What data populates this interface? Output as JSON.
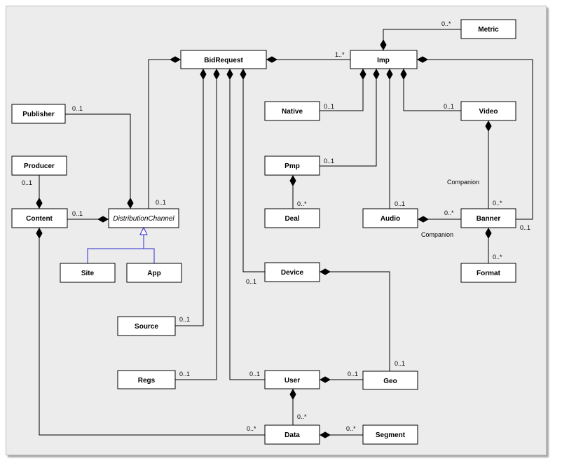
{
  "classes": {
    "metric": "Metric",
    "bidrequest": "BidRequest",
    "imp": "Imp",
    "publisher": "Publisher",
    "native": "Native",
    "video": "Video",
    "producer": "Producer",
    "pmp": "Pmp",
    "content": "Content",
    "distributionchannel": "DistributionChannel",
    "deal": "Deal",
    "audio": "Audio",
    "banner": "Banner",
    "site": "Site",
    "app": "App",
    "device": "Device",
    "format": "Format",
    "source": "Source",
    "regs": "Regs",
    "user": "User",
    "geo": "Geo",
    "data": "Data",
    "segment": "Segment"
  },
  "multiplicities": {
    "metric_0n": "0..*",
    "bidrequest_imp_1n": "1..*",
    "publisher_01": "0..1",
    "native_01": "0..1",
    "video_01": "0..1",
    "producer_01": "0..1",
    "pmp_01": "0..1",
    "content_01": "0..1",
    "distchannel_01": "0..1",
    "deal_0n": "0..*",
    "audio_01": "0..1",
    "banner_audio_0n": "0..*",
    "banner_video_0n": "0..*",
    "banner_imp_01": "0..1",
    "format_0n": "0..*",
    "device_01": "0..1",
    "source_01": "0..1",
    "geo_01": "0..1",
    "regs_01": "0..1",
    "user_01": "0..1",
    "user_geo_01": "0..1",
    "data_user_0n": "0..*",
    "data_content_0n": "0..*",
    "segment_0n": "0..*"
  },
  "roles": {
    "companion_video": "Companion",
    "companion_audio": "Companion"
  }
}
